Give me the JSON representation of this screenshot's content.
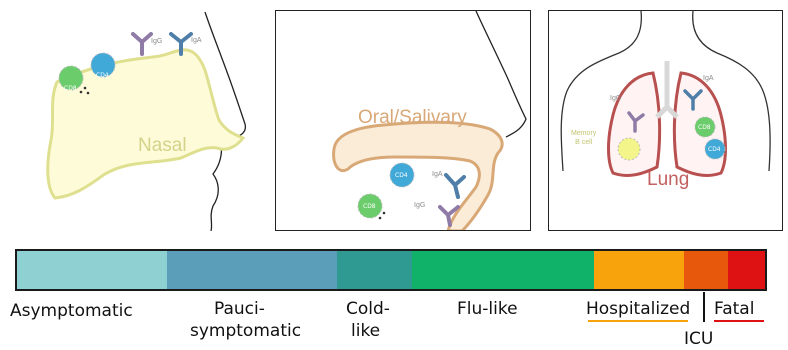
{
  "panels": {
    "nasal": {
      "region_label": "Nasal",
      "antibodies": [
        "IgG",
        "IgA"
      ],
      "cells": [
        "CD8",
        "CD4"
      ]
    },
    "oral": {
      "region_label": "Oral/Salivary",
      "antibodies": [
        "IgA",
        "IgG"
      ],
      "cells": [
        "CD4",
        "CD8"
      ]
    },
    "lung": {
      "region_label": "Lung",
      "antibodies": [
        "IgG",
        "IgA"
      ],
      "cells": [
        "CD8",
        "CD4"
      ],
      "memory_cell_label": "Memory\nB cell"
    }
  },
  "severity_scale": {
    "segments": [
      {
        "name": "asymptomatic",
        "color": "#8fd1d2",
        "share": 0.2
      },
      {
        "name": "pauci-symptomatic",
        "color": "#5b9eb9",
        "share": 0.228
      },
      {
        "name": "cold-like",
        "color": "#2f9a92",
        "share": 0.1
      },
      {
        "name": "flu-like",
        "color": "#10b26a",
        "share": 0.243
      },
      {
        "name": "hospitalized",
        "color": "#f9a30c",
        "share": 0.121
      },
      {
        "name": "icu",
        "color": "#e7580d",
        "share": 0.058
      },
      {
        "name": "fatal",
        "color": "#de1212",
        "share": 0.05
      }
    ],
    "labels": {
      "asymptomatic": "Asymptomatic",
      "pauci_line1": "Pauci-",
      "pauci_line2": "symptomatic",
      "cold_line1": "Cold-",
      "cold_line2": "like",
      "flu": "Flu-like",
      "hospitalized": "Hospitalized",
      "icu": "ICU",
      "fatal": "Fatal"
    },
    "underline_colors": {
      "hospitalized": "#f9a30c",
      "fatal": "#de1212"
    }
  },
  "colors": {
    "nasal": "#e0e29a",
    "oral": "#d9a877",
    "lung": "#b85050",
    "cd4": "#40a9d8",
    "cd8": "#6bcc6b",
    "antibody": "#8f7ba6",
    "antibody_blue": "#4f7fa8",
    "memory_b": "#f3f58a"
  }
}
